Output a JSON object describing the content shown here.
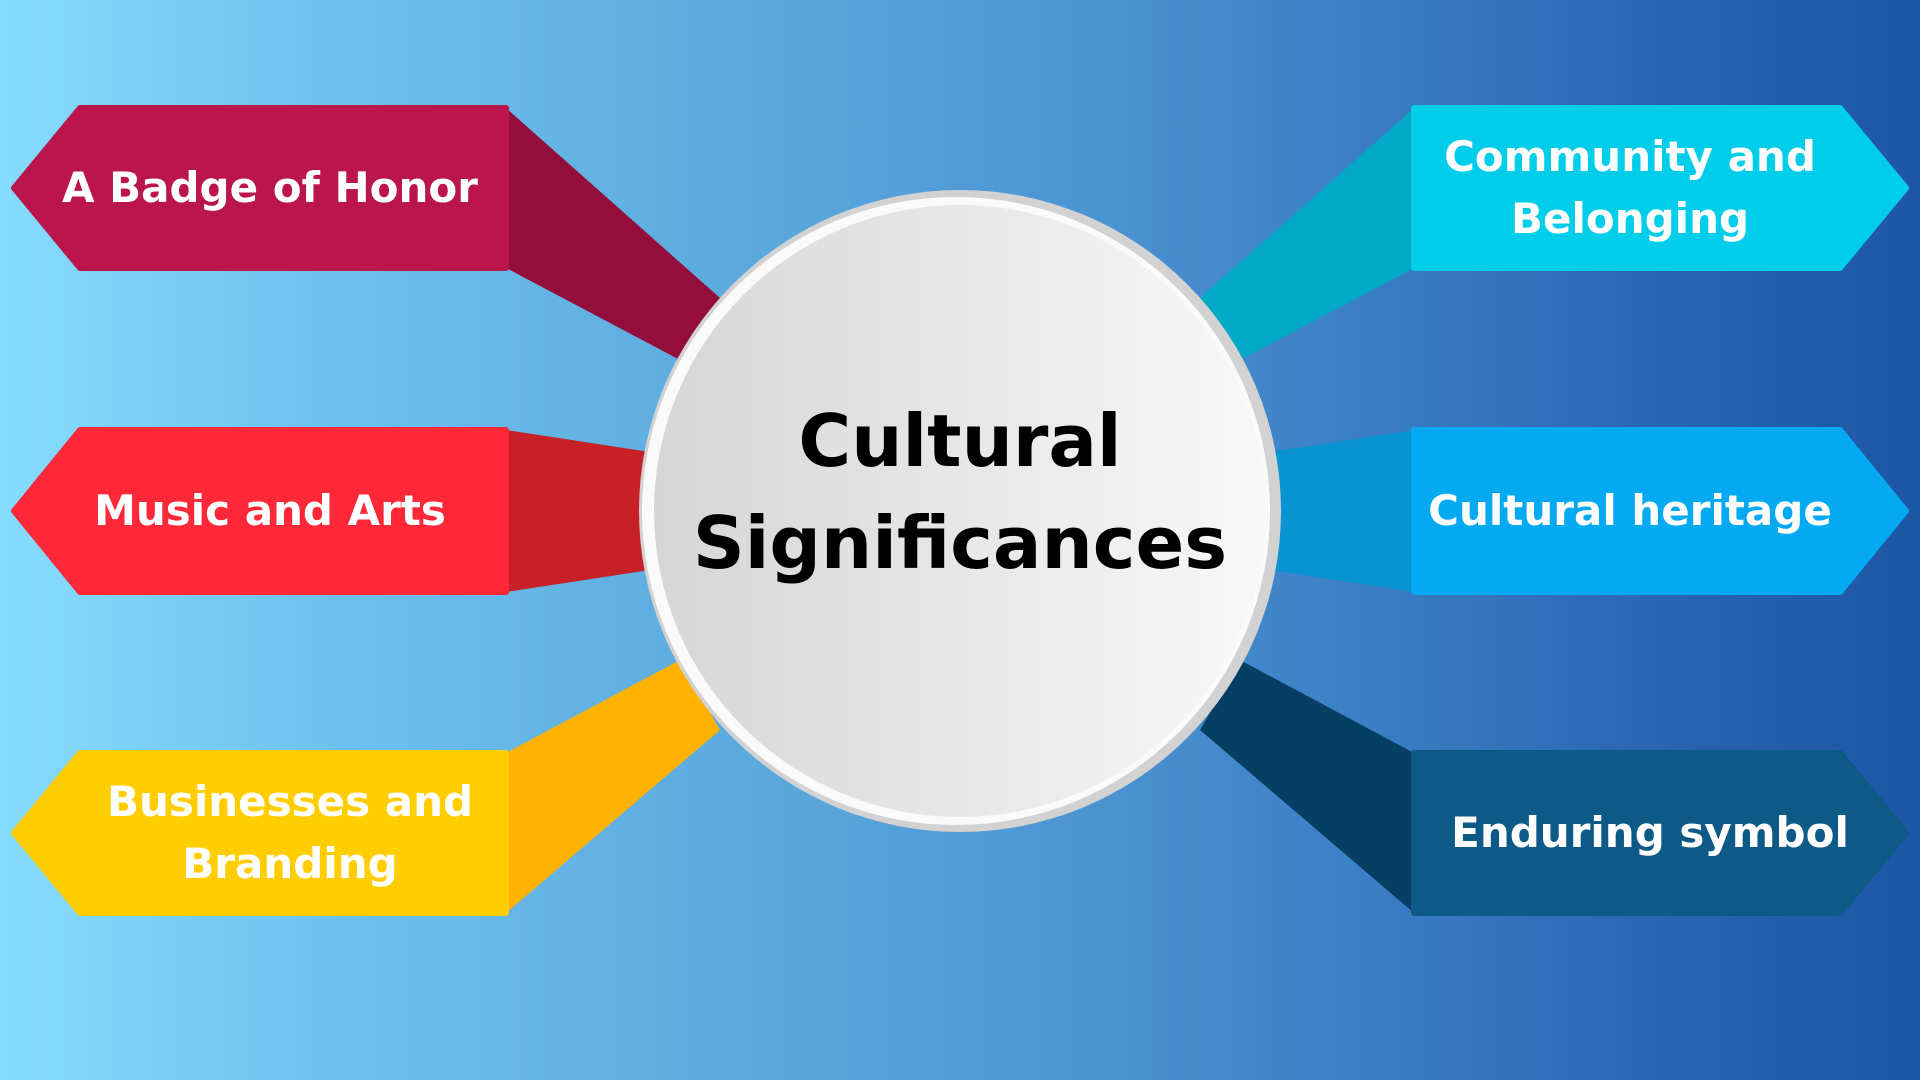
{
  "diagram": {
    "type": "hub-and-spoke mind map",
    "center": {
      "line1": "Cultural",
      "line2": "Significances"
    },
    "left": [
      {
        "label": "A Badge of Honor",
        "color": "#bb154e",
        "connector_color": "#930e3b"
      },
      {
        "label": "Music and Arts",
        "color": "#fe2838",
        "connector_color": "#c72127"
      },
      {
        "label_line1": "Businesses and",
        "label_line2": "Branding",
        "color": "#ffcd00",
        "connector_color": "#ffb300"
      }
    ],
    "right": [
      {
        "label_line1": "Community and",
        "label_line2": "Belonging",
        "color": "#00cde9",
        "connector_color": "#00a9c6"
      },
      {
        "label": "Cultural heritage",
        "color": "#03a9f1",
        "connector_color": "#0893d3"
      },
      {
        "label": "Enduring symbol",
        "color": "#0d5a86",
        "connector_color": "#073f64"
      }
    ]
  },
  "colors": {
    "background_left": "#86dcfd",
    "background_right": "#1d56a5",
    "circle_fill": "#efefef",
    "circle_border": "#d2d2d2",
    "text_on_boxes": "#ffffff",
    "center_text": "#000000"
  }
}
